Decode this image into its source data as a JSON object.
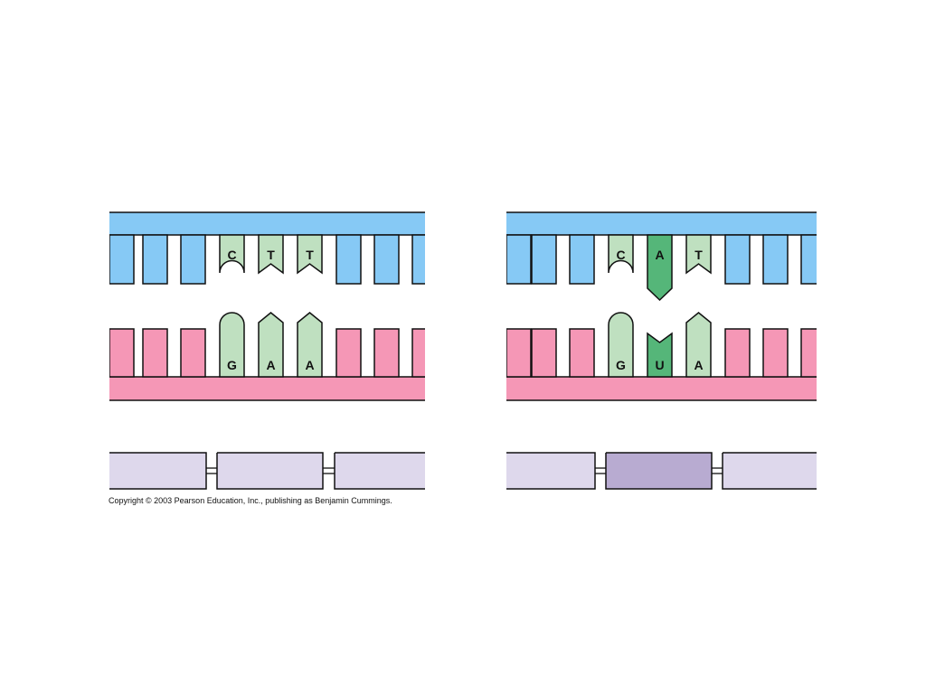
{
  "colors": {
    "dna_backbone": "#86c9f5",
    "mrna_backbone": "#f597b6",
    "codon_base": "#bfe0c0",
    "mutated_base": "#55b679",
    "protein_normal": "#ded8ec",
    "protein_mutant": "#b8abd1",
    "outline": "#111111"
  },
  "panels": [
    {
      "id": "wild-type",
      "template_codon": [
        "C",
        "T",
        "T"
      ],
      "mrna_codon": [
        "G",
        "A",
        "A"
      ],
      "mutated_index": -1,
      "mutant_amino_acid": false
    },
    {
      "id": "mutant",
      "template_codon": [
        "C",
        "A",
        "T"
      ],
      "mrna_codon": [
        "G",
        "U",
        "A"
      ],
      "mutated_index": 1,
      "mutant_amino_acid": true
    }
  ],
  "copyright": "Copyright © 2003 Pearson Education, Inc., publishing as Benjamin Cummings."
}
